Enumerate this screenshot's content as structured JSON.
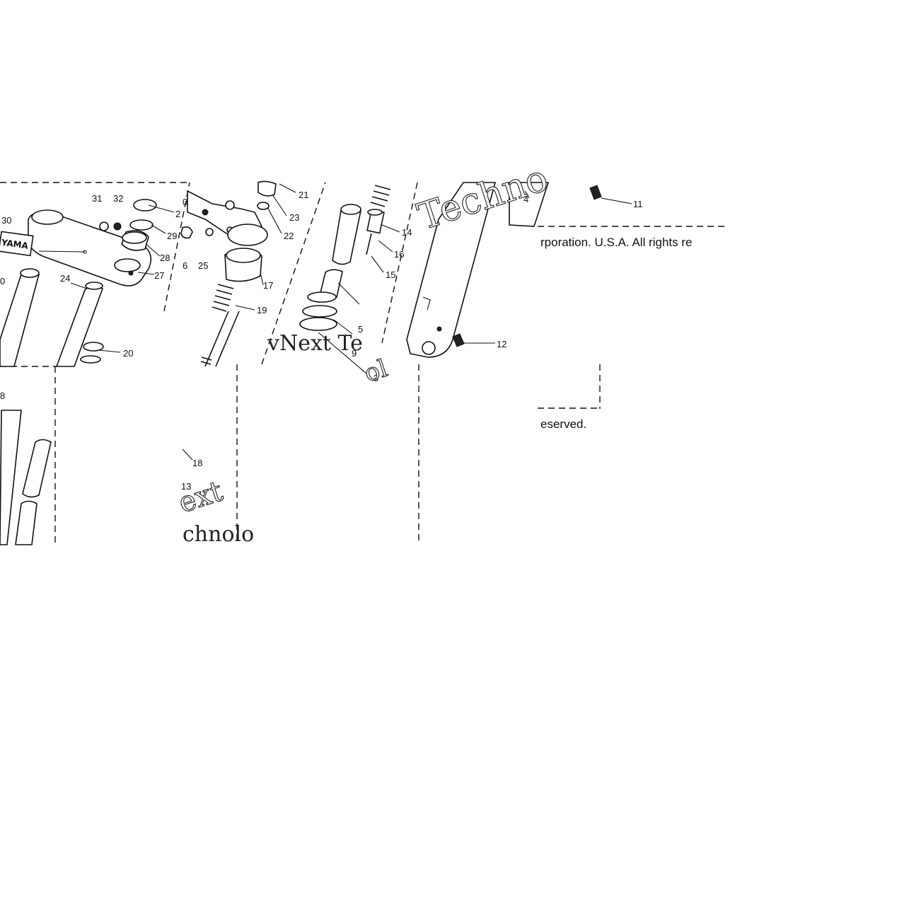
{
  "notice": {
    "line1": "rporation. U.S.A. All rights re",
    "line2": "eserved."
  },
  "watermark": {
    "frag1": "Techno",
    "frag2": "vNext Te",
    "frag3": "ext",
    "frag4": "chnolo",
    "frag5": "ol"
  },
  "callouts": {
    "c2": "2",
    "c3": "3",
    "c4": "4",
    "c5": "5",
    "c6": "6",
    "c8": "8",
    "c9": "9",
    "c11": "11",
    "c12": "12",
    "c13": "13",
    "c14": "14",
    "c15": "15",
    "c16": "16",
    "c17": "17",
    "c18": "18",
    "c19": "19",
    "c20": "20",
    "c21": "21",
    "c22": "22",
    "c23": "23",
    "c24": "24",
    "c25": "25",
    "c27": "27",
    "c28": "28",
    "c29": "29",
    "c30": "30",
    "c31": "31",
    "c32": "32",
    "c0a": "0",
    "c0b": "0"
  }
}
